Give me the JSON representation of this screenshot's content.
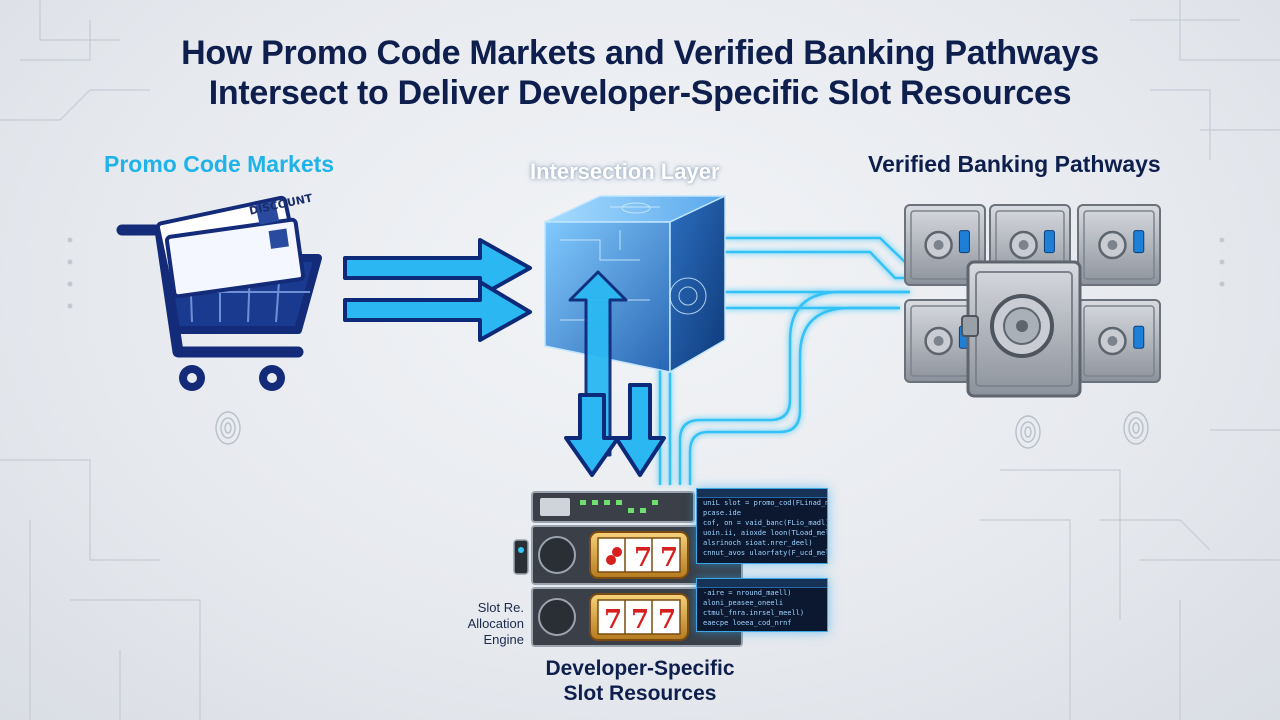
{
  "title": {
    "line1": "How Promo Code Markets and Verified Banking Pathways",
    "line2": "Intersect to Deliver Developer-Specific Slot Resources"
  },
  "nodes": {
    "promo": {
      "label": "Promo Code Markets",
      "ticket_text": "DISCOUNT"
    },
    "intersection": {
      "label": "Intersection Layer"
    },
    "banking": {
      "label": "Verified Banking Pathways"
    },
    "slots": {
      "label_line1": "Developer-Specific",
      "label_line2": "Slot Resources",
      "engine_line1": "Slot Re.",
      "engine_line2": "Allocation",
      "engine_line3": "Engine",
      "reel_top": "7",
      "reel_bottom": "7"
    }
  },
  "code_panels": {
    "panel1": [
      "uniL slot = promo_cod(FLinad_mani)",
      "pcase.ide",
      "  cof, on = vaid_banc(FLio_madl)",
      "  uoin.ii, aioxde loon(TLoad_meli)",
      "  alsrinoch sioat.nrer_deel)",
      "  cnnut_avos ulaorfaty(F_ucd_melo)"
    ],
    "panel2": [
      "  -aire = nround_maell)",
      "  aloni_peasee_oneeli",
      "  ctmul_fnra.inrsel_meell)",
      "  eaecpe loeea_cod_nrnf"
    ]
  },
  "colors": {
    "title": "#0f1f4d",
    "promo_label": "#1fb3ea",
    "banking_label": "#0f1f4d",
    "intersection_label": "#ffffff",
    "arrow_fill": "#2bb8f2",
    "arrow_stroke": "#0d2a7a",
    "cart": "#132b78",
    "cube": "#3f8fd6",
    "vault": "#a9aeb6"
  }
}
